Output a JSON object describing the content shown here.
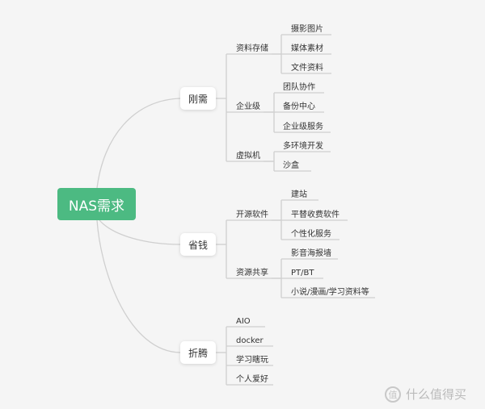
{
  "diagram": {
    "root": {
      "label": "NAS需求"
    },
    "branches": [
      {
        "label": "刚需",
        "children": [
          {
            "label": "资料存储",
            "children": [
              "摄影图片",
              "媒体素材",
              "文件资料"
            ]
          },
          {
            "label": "企业级",
            "children": [
              "团队协作",
              "备份中心",
              "企业级服务"
            ]
          },
          {
            "label": "虚拟机",
            "children": [
              "多环境开发",
              "沙盒"
            ]
          }
        ]
      },
      {
        "label": "省钱",
        "children": [
          {
            "label": "开源软件",
            "children": [
              "建站",
              "平替收费软件",
              "个性化服务"
            ]
          },
          {
            "label": "资源共享",
            "children": [
              "影音海报墙",
              "PT/BT",
              "小说/漫画/学习资料等"
            ]
          }
        ]
      },
      {
        "label": "折腾",
        "children": [
          {
            "label": "AIO",
            "children": []
          },
          {
            "label": "docker",
            "children": []
          },
          {
            "label": "学习瞎玩",
            "children": []
          },
          {
            "label": "个人爱好",
            "children": []
          }
        ]
      }
    ],
    "colors": {
      "root_fill": "#4cba82",
      "line": "#cfcfcf",
      "background": "#f5f5f5"
    }
  },
  "watermark": {
    "text": "什么值得买",
    "logo_text": "值"
  }
}
